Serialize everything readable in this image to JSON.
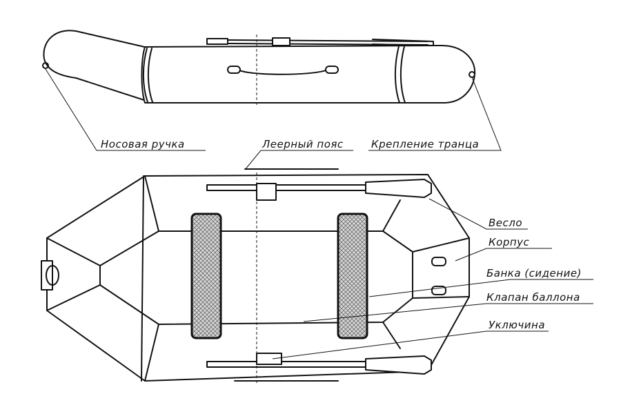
{
  "labels": {
    "bow_handle": "Носовая ручка",
    "lifeline": "Леерный пояс",
    "transom_mount": "Крепление транца",
    "oar": "Весло",
    "hull": "Корпус",
    "seat": "Банка (сидение)",
    "valve": "Клапан баллона",
    "oarlock": "Уключина"
  },
  "colors": {
    "line": "#111111",
    "background": "#ffffff",
    "mesh": "#9a9a9a"
  }
}
